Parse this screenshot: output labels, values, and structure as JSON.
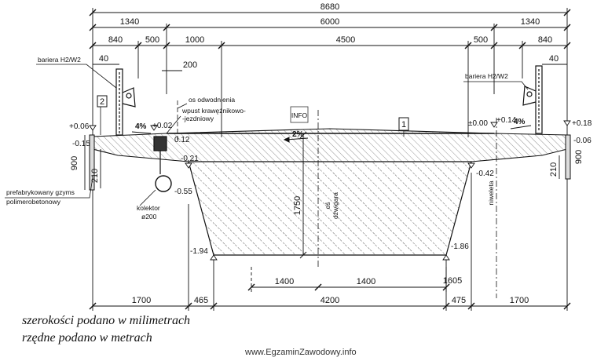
{
  "dimensions_top": {
    "total": "8680",
    "left_cantilever": "1340",
    "middle": "6000",
    "right_cantilever": "1340",
    "left_840": "840",
    "left_500": "500",
    "left_1000": "1000",
    "mid_4500": "4500",
    "right_500": "500",
    "right_840": "840",
    "left_40": "40",
    "right_40": "40",
    "left_200": "200"
  },
  "dimensions_bottom": {
    "left_1700": "1700",
    "left_465": "465",
    "mid_4200": "4200",
    "right_475": "475",
    "right_1700": "1700",
    "mid_1400_a": "1400",
    "mid_1400_b": "1400",
    "right_1605": "1605"
  },
  "dimensions_vertical": {
    "left_900": "900",
    "left_210": "210",
    "right_900": "900",
    "right_210": "210",
    "depth_1750": "1750"
  },
  "levels": {
    "l_plus006": "+0.06",
    "l_minus015": "-0.15",
    "l_plus002": "+0.02",
    "l_012": "0.12",
    "l_021": "-0.21",
    "l_055": "-0.55",
    "l_194": "-1.94",
    "r_000": "±0.00",
    "r_plus014": "+0.14",
    "r_plus018": "+0.18",
    "r_minus006": "-0.06",
    "r_minus042": "-0.42",
    "r_186": "-1.86"
  },
  "slopes": {
    "left": "4%",
    "center": "2%",
    "right": "4%"
  },
  "labels": {
    "barrier_left": "bariera H2/W2",
    "barrier_right": "bariera H2/W2",
    "drainage_axis": "os odwodnienia",
    "curb_inlet_1": "wpust krawężnikowo-",
    "curb_inlet_2": "-jezdniowy",
    "cornice_1": "prefabrykowany gzyms",
    "cornice_2": "polimerobetonowy",
    "collector_1": "kolektor",
    "collector_2": "ø200",
    "girder_axis_1": "oś",
    "girder_axis_2": "dźwigara",
    "grade_line": "niweleta",
    "tag_1": "1",
    "tag_2": "2",
    "info_icon_text": "INFO"
  },
  "notes": {
    "line1": "szerokości  podano w milimetrach",
    "line2": "rzędne podano w metrach"
  },
  "watermark": "www.EgzaminZawodowy.info"
}
